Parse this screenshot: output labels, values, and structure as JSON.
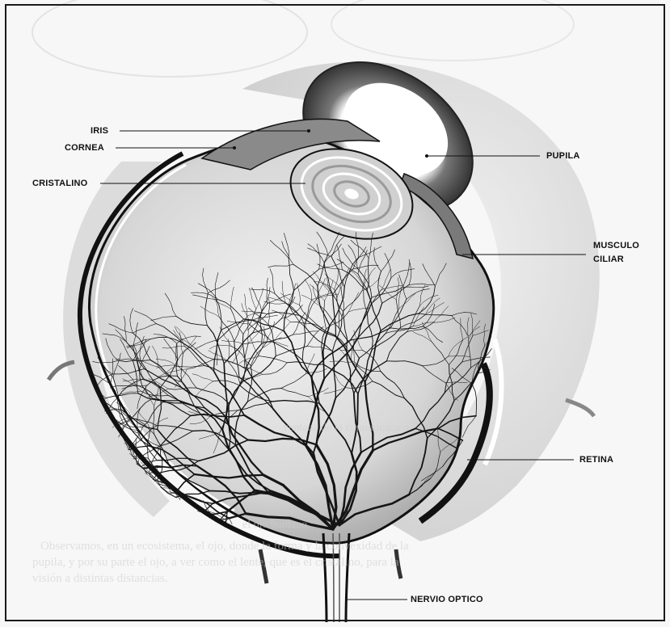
{
  "labels": {
    "iris": "IRIS",
    "cornea": "CORNEA",
    "cristalino": "CRISTALINO",
    "pupila": "PUPILA",
    "musculo": "MUSCULO",
    "ciliar": "CILIAR",
    "retina": "RETINA",
    "nervio_optico": "NERVIO OPTICO"
  },
  "bleed_through": [
    "ventana de la comunicación",
    "el ojo humano",
    "Observamos, en un ecosistema, el ojo, donde la forma y la convexidad de la",
    "pupila, y por su parte el ojo, a ver como el lente, que es el cristalino, para la",
    "visión a distintas distancias."
  ],
  "colors": {
    "line": "#111111",
    "eyeball_fill": "#e4e4e4",
    "lens": "#c8c8c8"
  },
  "icons": [
    "vessel-network",
    "lens-rings"
  ]
}
